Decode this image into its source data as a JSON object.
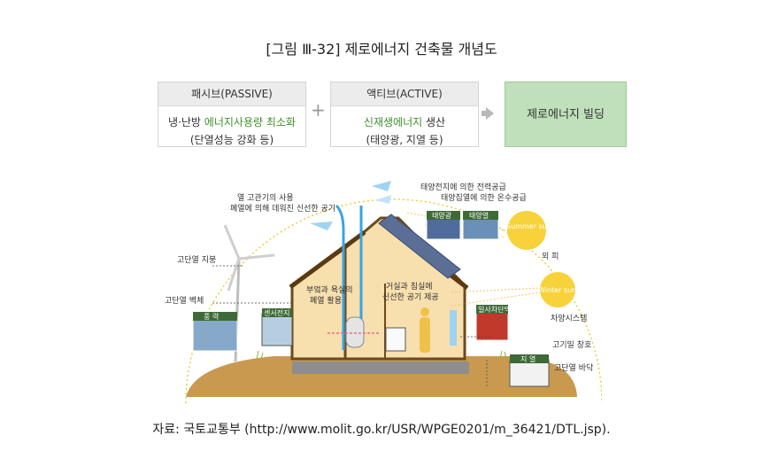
{
  "title": "[그림 Ⅲ-32] 제로에너지 건축물 개념도",
  "passive": {
    "head": "패시브(PASSIVE)",
    "line1_plain": "냉·난방 ",
    "line1_green": "에너지사용량 최소화",
    "line2": "(단열성능 강화 등)"
  },
  "plus": "+",
  "active": {
    "head": "액티브(ACTIVE)",
    "line1_green": "신재생에너지",
    "line1_plain": " 생산",
    "line2": "(태양광, 지열 등)"
  },
  "zero": {
    "label": "제로에너지 빌딩"
  },
  "diagram": {
    "top_left_1": "열 고관기의 사용",
    "top_left_2": "폐열에 의해 데워진 신선한 공기",
    "top_right_1": "태양전지에 의한 전력공급",
    "top_right_2": "태양집열에 의한 온수공급",
    "panel_1": "태양광",
    "panel_2": "태양열",
    "summer_sun": "Summer sun",
    "winter_sun": "Winter sun",
    "eaves": "외 피",
    "left_1": "고단열 지붕",
    "left_2": "고단열 벽체",
    "wind_label": "풍 력",
    "sensor_label": "센서전지",
    "interior_1a": "부엌과 욕실의",
    "interior_1b": "폐열 활용",
    "interior_2a": "거실과 침실에",
    "interior_2b": "신선한 공기 제공",
    "shade_label": "일사차단막",
    "right_1": "차양시스템",
    "right_2": "고기밀 창호",
    "right_3": "고단열 바닥",
    "geo_label": "지 열"
  },
  "colors": {
    "accent_green": "#3f8f2c",
    "zero_box": "#bfe0ba",
    "house": "#f7dfae",
    "ground": "#c9994f"
  },
  "source": "자료: 국토교통부 (http://www.molit.go.kr/USR/WPGE0201/m_36421/DTL.jsp)."
}
